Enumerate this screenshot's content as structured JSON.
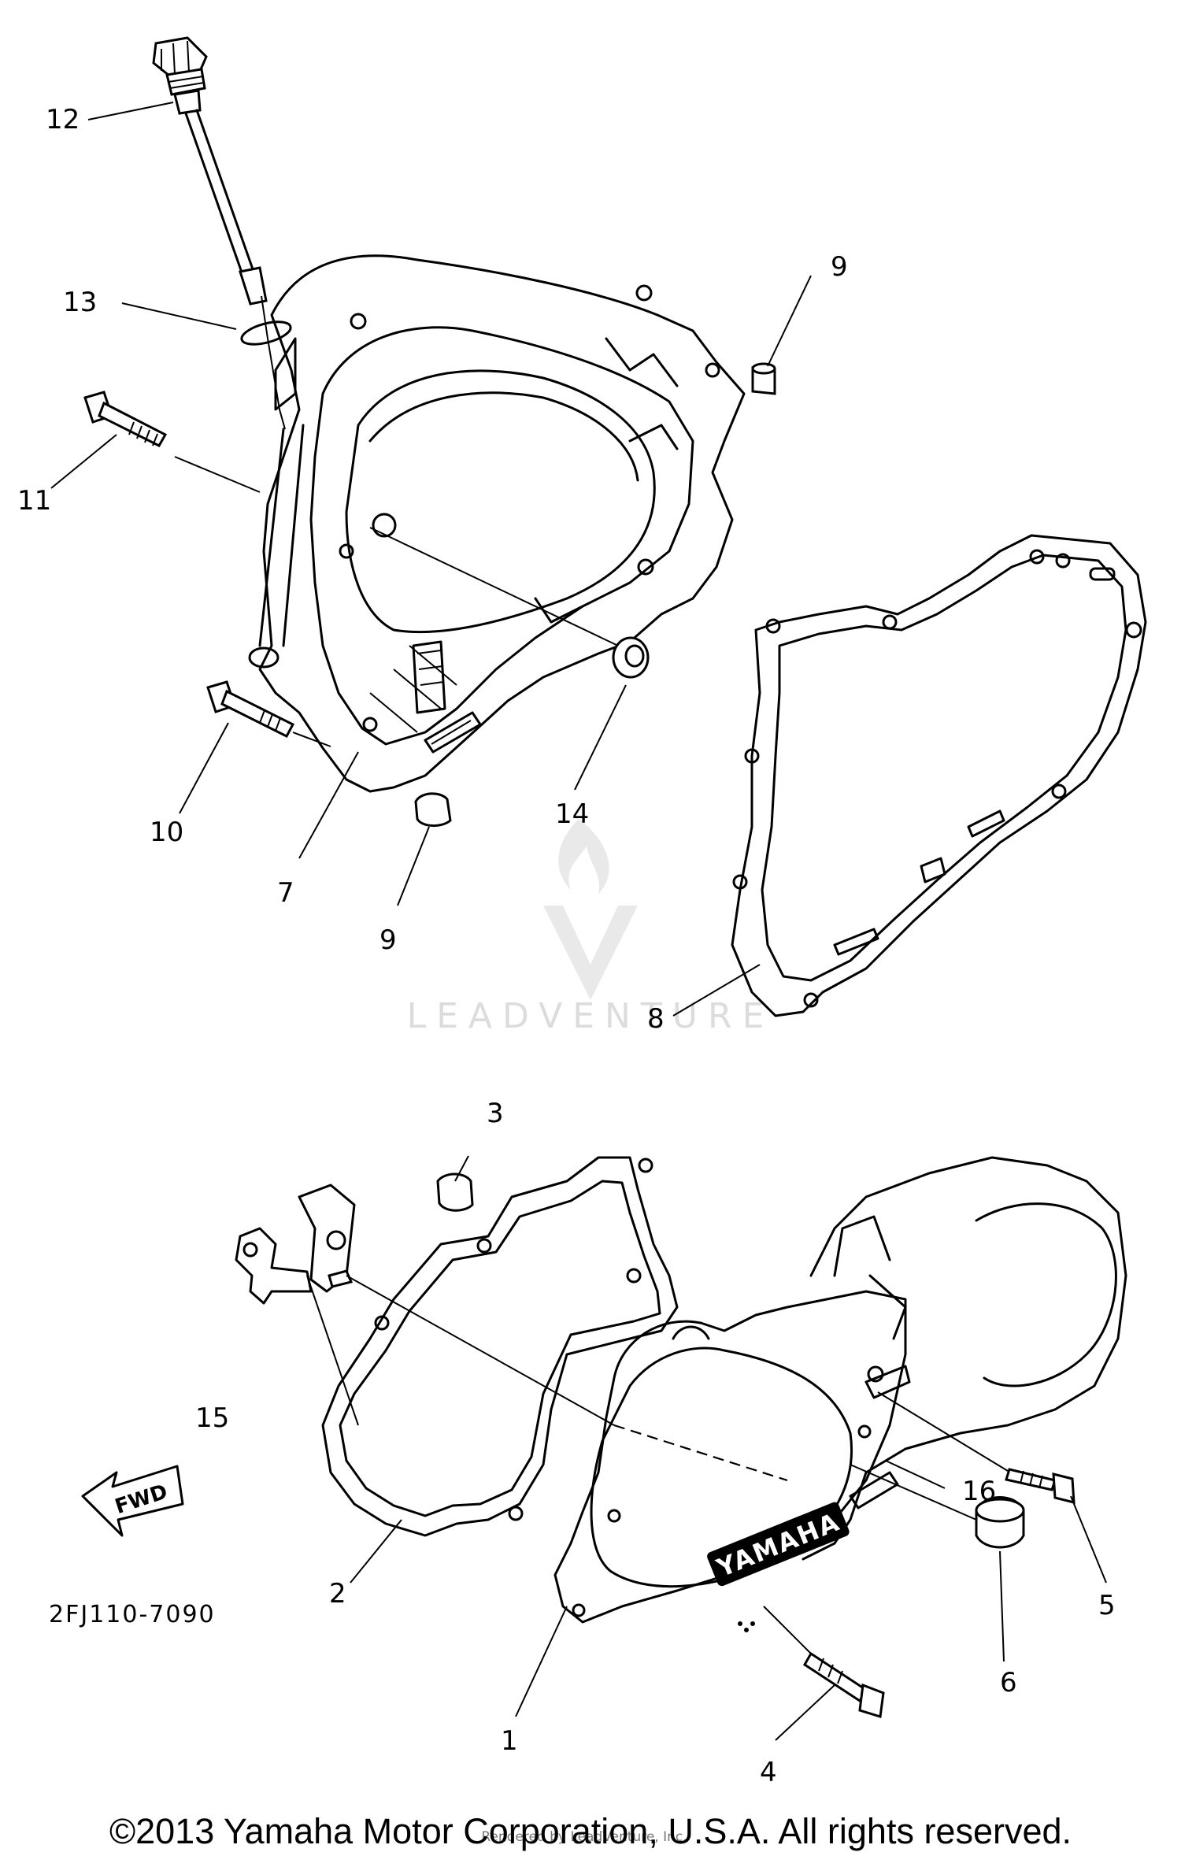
{
  "parts": [
    {
      "id": "1",
      "label": "1"
    },
    {
      "id": "2",
      "label": "2"
    },
    {
      "id": "3",
      "label": "3"
    },
    {
      "id": "4",
      "label": "4"
    },
    {
      "id": "5",
      "label": "5"
    },
    {
      "id": "6",
      "label": "6"
    },
    {
      "id": "7",
      "label": "7"
    },
    {
      "id": "8",
      "label": "8"
    },
    {
      "id": "9a",
      "label": "9"
    },
    {
      "id": "9b",
      "label": "9"
    },
    {
      "id": "10",
      "label": "10"
    },
    {
      "id": "11",
      "label": "11"
    },
    {
      "id": "12",
      "label": "12"
    },
    {
      "id": "13",
      "label": "13"
    },
    {
      "id": "14",
      "label": "14"
    },
    {
      "id": "15",
      "label": "15"
    },
    {
      "id": "16",
      "label": "16"
    }
  ],
  "direction_arrow": "FWD",
  "cover_logo": "YAMAHA",
  "diagram_code": "2FJ110-7090",
  "watermark": "LEADVENTURE",
  "render_credit": "Rendered by LeadVenture, Inc.",
  "copyright": "©2013 Yamaha Motor Corporation, U.S.A. All rights reserved."
}
